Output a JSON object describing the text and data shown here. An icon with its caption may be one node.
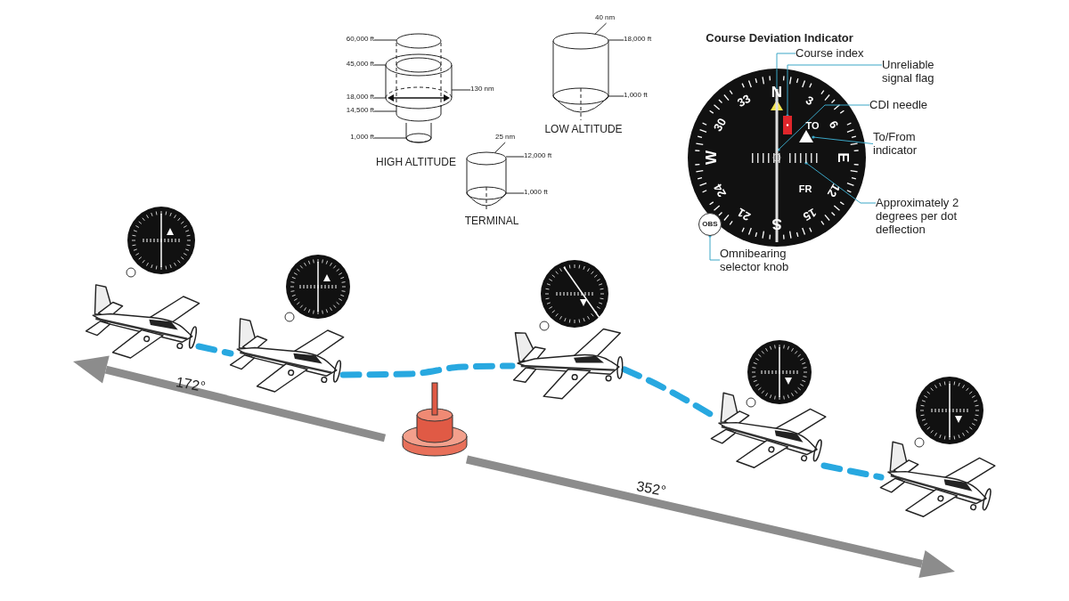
{
  "diagram": {
    "nodes": [
      {
        "text": [
          "60,000 ft"
        ]
      },
      {
        "text": [
          "45,000 ft"
        ]
      },
      {
        "text": [
          "18,000 ft"
        ]
      },
      {
        "text": [
          "14,500 ft"
        ]
      },
      {
        "text": [
          "1,000 ft"
        ]
      },
      {
        "text": [
          "130 nm"
        ]
      },
      {
        "text": [
          "40 nm"
        ]
      },
      {
        "text": [
          "18,000 ft"
        ]
      },
      {
        "text": [
          "1,000 ft"
        ]
      },
      {
        "text": [
          "25 nm"
        ]
      },
      {
        "text": [
          "12,000 ft"
        ]
      },
      {
        "text": [
          "1,000 ft"
        ]
      },
      {
        "text": [
          "Course index"
        ]
      },
      {
        "text": [
          "Unreliable signal flag"
        ]
      },
      {
        "text": [
          "CDI needle"
        ]
      },
      {
        "text": [
          "To/From indicator"
        ]
      },
      {
        "text": [
          "Approximately 2 degrees per dot deflection"
        ]
      },
      {
        "text": [
          "Omnibearing selector knob"
        ]
      },
      {
        "text": [],
        "shape": "triangle"
      },
      {
        "text": [],
        "shape": "box"
      },
      {
        "text": [],
        "shape": "bar"
      },
      {
        "text": [],
        "shape": "triangle"
      },
      {
        "text": [],
        "shape": "dots"
      },
      {
        "text": [
          "OBS"
        ]
      },
      {
        "text": [],
        "shape": "cylinder"
      },
      {
        "text": [],
        "shape": "cylinder"
      },
      {
        "text": [],
        "shape": "cylinder"
      },
      {
        "text": [],
        "shape": "picture"
      },
      {
        "text": [],
        "shape": "picture"
      },
      {
        "text": [],
        "shape": "picture"
      },
      {
        "text": [],
        "shape": "picture"
      },
      {
        "text": [],
        "shape": "picture"
      }
    ],
    "edges": [
      {
        "from": 0,
        "to": 24,
        "arrow": "none"
      },
      {
        "from": 1,
        "to": 24,
        "arrow": "none"
      },
      {
        "from": 2,
        "to": 24,
        "arrow": "none"
      },
      {
        "from": 3,
        "to": 24,
        "arrow": "none"
      },
      {
        "from": 4,
        "to": 24,
        "arrow": "none"
      },
      {
        "from": 5,
        "to": 24,
        "arrow": "none"
      },
      {
        "from": 6,
        "to": 25,
        "arrow": "none"
      },
      {
        "from": 7,
        "to": 25,
        "arrow": "none"
      },
      {
        "from": 8,
        "to": 25,
        "arrow": "none"
      },
      {
        "from": 9,
        "to": 26,
        "arrow": "none"
      },
      {
        "from": 10,
        "to": 26,
        "arrow": "none"
      },
      {
        "from": 11,
        "to": 26,
        "arrow": "none"
      },
      {
        "from": 12,
        "to": 18,
        "arrow": "other",
        "color": "#3aa6c6"
      },
      {
        "from": 13,
        "to": 19,
        "arrow": "other",
        "color": "#3aa6c6"
      },
      {
        "from": 14,
        "to": 20,
        "arrow": "other",
        "color": "#3aa6c6"
      },
      {
        "from": 15,
        "to": 21,
        "arrow": "other",
        "color": "#3aa6c6"
      },
      {
        "from": 16,
        "to": 22,
        "arrow": "other",
        "color": "#3aa6c6"
      },
      {
        "from": 17,
        "to": 23,
        "arrow": "other",
        "color": "#3aa6c6"
      },
      {
        "from": 27,
        "to": 28,
        "arrow": "none",
        "style": "dashed",
        "color": "#28a8e0"
      },
      {
        "from": 28,
        "to": 29,
        "arrow": "none",
        "style": "dashed",
        "color": "#28a8e0"
      },
      {
        "from": 29,
        "to": 30,
        "arrow": "none",
        "style": "dashed",
        "color": "#28a8e0"
      },
      {
        "from": 30,
        "to": 31,
        "arrow": "none",
        "style": "dashed",
        "color": "#28a8e0"
      }
    ],
    "labels": [
      "Course Deviation Indicator",
      "LOW ALTITUDE",
      "HIGH ALTITUDE",
      "TERMINAL",
      "33",
      "N",
      "3",
      "30",
      "TO",
      "6",
      "W",
      "E",
      "FR",
      "24",
      "12",
      "21",
      "S",
      "15",
      "172°",
      "352°"
    ]
  }
}
